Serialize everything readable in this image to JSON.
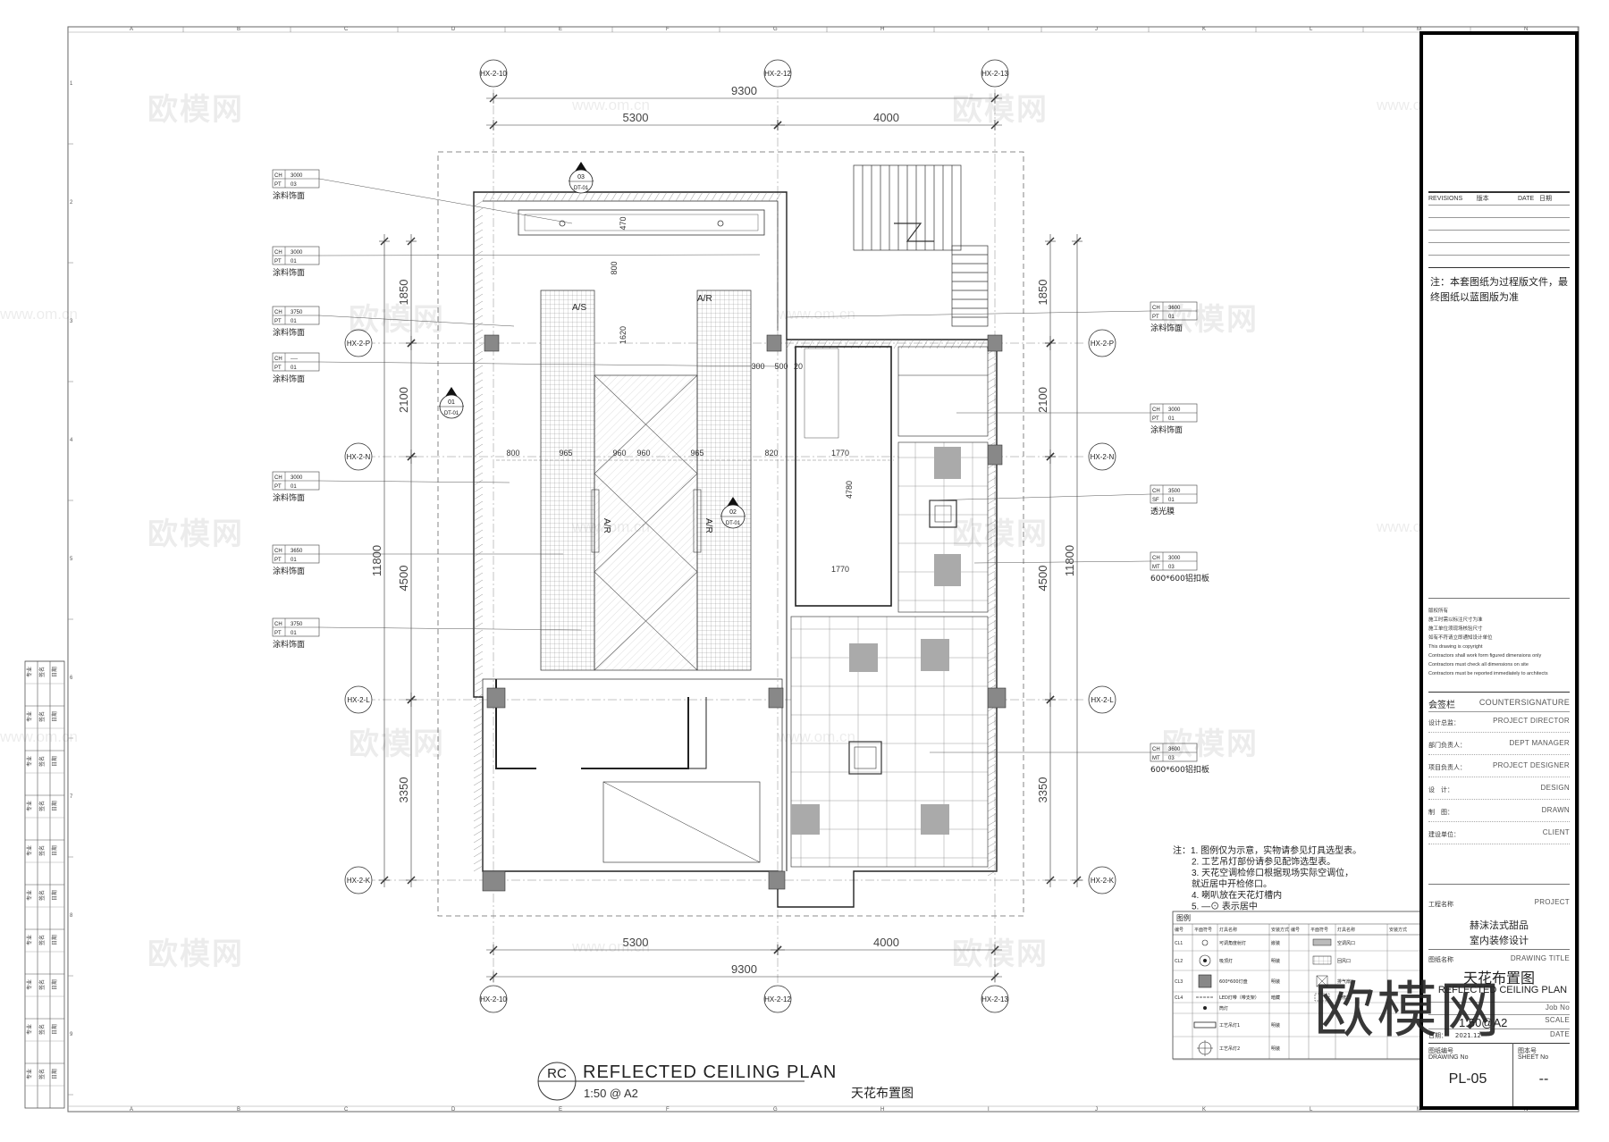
{
  "grids": {
    "cols": [
      "HX-2-10",
      "HX-2-12",
      "HX-2-13"
    ],
    "rows": [
      "HX-2-P",
      "HX-2-N",
      "HX-2-L",
      "HX-2-K"
    ]
  },
  "dims": {
    "top_total": "9300",
    "top_a": "5300",
    "top_b": "4000",
    "bot_total": "9300",
    "bot_a": "5300",
    "bot_b": "4000",
    "left_total": "11800",
    "left_a": "1850",
    "left_b": "2100",
    "left_c": "4500",
    "left_d": "3350",
    "right_total": "11800",
    "right_a": "1850",
    "right_b": "2100",
    "right_c": "4500",
    "right_d": "3350",
    "inner": [
      "800",
      "965",
      "960",
      "960",
      "965",
      "820",
      "1770",
      "4780",
      "1770",
      "300",
      "500",
      "20",
      "1620",
      "800",
      "470"
    ]
  },
  "tags_left": [
    {
      "c1": "CH",
      "v1": "3000",
      "c2": "PT",
      "v2": "03",
      "txt": "涂料饰面"
    },
    {
      "c1": "CH",
      "v1": "3000",
      "c2": "PT",
      "v2": "01",
      "txt": "涂料饰面"
    },
    {
      "c1": "CH",
      "v1": "3750",
      "c2": "PT",
      "v2": "01",
      "txt": "涂料饰面"
    },
    {
      "c1": "CH",
      "v1": "----",
      "c2": "PT",
      "v2": "01",
      "txt": "涂料饰面"
    },
    {
      "c1": "CH",
      "v1": "3000",
      "c2": "PT",
      "v2": "01",
      "txt": "涂料饰面"
    },
    {
      "c1": "CH",
      "v1": "3650",
      "c2": "PT",
      "v2": "01",
      "txt": "涂料饰面"
    },
    {
      "c1": "CH",
      "v1": "3750",
      "c2": "PT",
      "v2": "01",
      "txt": "涂料饰面"
    }
  ],
  "tags_right": [
    {
      "c1": "CH",
      "v1": "3600",
      "c2": "PT",
      "v2": "01",
      "txt": "涂料饰面"
    },
    {
      "c1": "CH",
      "v1": "3000",
      "c2": "PT",
      "v2": "01",
      "txt": "涂料饰面"
    },
    {
      "c1": "CH",
      "v1": "3500",
      "c2": "SF",
      "v2": "01",
      "txt": "透光膜"
    },
    {
      "c1": "CH",
      "v1": "3000",
      "c2": "MT",
      "v2": "03",
      "txt": "600*600铝扣板"
    },
    {
      "c1": "CH",
      "v1": "3600",
      "c2": "MT",
      "v2": "03",
      "txt": "600*600铝扣板"
    }
  ],
  "sections": [
    {
      "num": "03",
      "ref": "DT-01"
    },
    {
      "num": "01",
      "ref": "DT-01"
    },
    {
      "num": "02",
      "ref": "DT-01"
    }
  ],
  "ar_label": "A/S",
  "ar_label2": "A/R",
  "notes": [
    "注：1. 图例仅为示意，实物请参见灯具选型表。",
    "2. 工艺吊灯部份请参见配饰选型表。",
    "3. 天花空调检修口根据现场实际空调位，",
    "就近居中开检修口。",
    "4. 喇叭放在天花灯槽内",
    "5.  —⊙ 表示居中"
  ],
  "legend": {
    "title": "图例",
    "headers": [
      "编号",
      "平面符号",
      "灯具名称",
      "安装方式",
      "编号",
      "平面符号",
      "灯具名称",
      "安装方式"
    ],
    "rows": [
      {
        "code": "CL1",
        "name": "可调角度射灯",
        "mount": "嵌装",
        "name2": "空调风口"
      },
      {
        "code": "CL2",
        "name": "吸顶灯",
        "mount": "明装",
        "name2": "回风口"
      },
      {
        "code": "CL3",
        "name": "600*600灯盘",
        "mount": "明装",
        "name2": "排气扇"
      },
      {
        "code": "CL4",
        "name": "LED灯带（带支架）",
        "mount": "暗藏",
        "name2": "检修口"
      },
      {
        "code": "",
        "name": "筒灯",
        "mount": "",
        "name2": ""
      },
      {
        "code": "",
        "name": "工艺吊灯1",
        "mount": "明装",
        "name2": ""
      },
      {
        "code": "",
        "name": "工艺吊灯2",
        "mount": "明装",
        "name2": ""
      }
    ]
  },
  "title": {
    "rc": "RC",
    "main": "REFLECTED CEILING PLAN",
    "scale": "1:50 @ A2",
    "cn": "天花布置图"
  },
  "titleblock": {
    "rev_label": "REVISIONS",
    "rev_cn": "版本",
    "date_label": "DATE",
    "date_cn": "日期",
    "note": "注：本套图纸为过程版文件，最终图纸以蓝图版为准",
    "copy": [
      "版权所有",
      "施工时需以标注尺寸为准",
      "施工单位须现场核验尺寸",
      "如有不符请立即通知设计单位",
      "This drawing is copyright",
      "Contractors shall work form figured dimensions only",
      "Contractors must check all dimensions on site",
      "Contractors must be reported immediately to architects"
    ],
    "counter_cn": "会签栏",
    "counter_en": "COUNTERSIGNATURE",
    "roles": [
      {
        "cn": "设计总监：",
        "en": "PROJECT DIRECTOR"
      },
      {
        "cn": "部门负责人：",
        "en": "DEPT MANAGER"
      },
      {
        "cn": "项目负责人：",
        "en": "PROJECT DESIGNER"
      },
      {
        "cn": "设　计：",
        "en": "DESIGN"
      },
      {
        "cn": "制　图：",
        "en": "DRAWN"
      },
      {
        "cn": "建设单位：",
        "en": "CLIENT"
      }
    ],
    "project_cn": "工程名称",
    "project_en": "PROJECT",
    "project_name1": "赫沫法式甜品",
    "project_name2": "室内装修设计",
    "dtitle_cn": "图纸名称",
    "dtitle_en": "DRAWING TITLE",
    "dtitle1": "天花布置图",
    "dtitle2": "REFLECTED CEILING PLAN",
    "jobno": "Job No",
    "scale_en": "SCALE",
    "scale_val": "1:50@A2",
    "date_row_cn": "日期：",
    "date_val": "2021.12",
    "date_en": "DATE",
    "dno_cn": "图纸编号",
    "dno_en": "DRAWING No",
    "sno_cn": "图本号",
    "sno_en": "SHEET No",
    "dno": "PL-05",
    "sno": "--"
  },
  "frame": {
    "cols_top": [
      "A",
      "B",
      "C",
      "D",
      "E",
      "F",
      "G",
      "H",
      "I",
      "J",
      "K",
      "L",
      "M",
      "N"
    ],
    "rows_side": [
      "1",
      "2",
      "3",
      "4",
      "5",
      "6",
      "7",
      "8",
      "9"
    ]
  },
  "sign_left": [
    "专业",
    "签名",
    "日期"
  ],
  "watermark": {
    "cn": "欧模网",
    "url": "www.om.cn",
    "big": "欧模网"
  }
}
